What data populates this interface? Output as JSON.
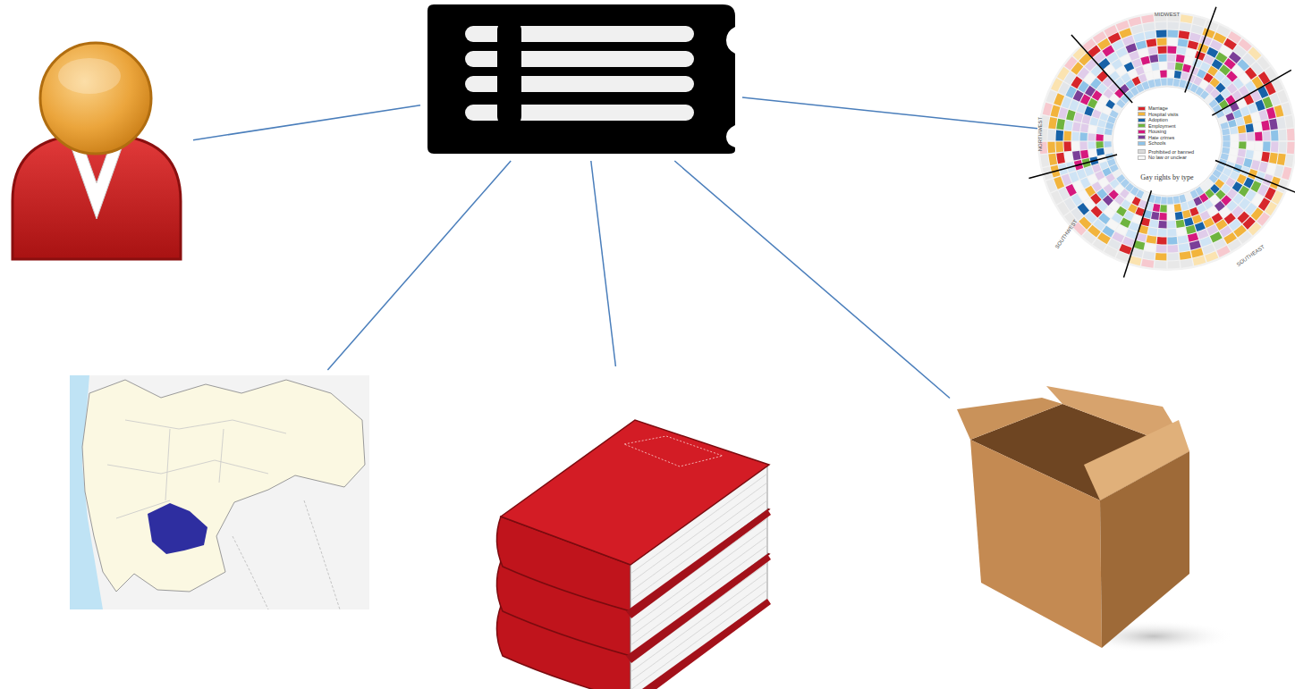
{
  "diagram": {
    "nodes": [
      {
        "text": []
      },
      {
        "text": []
      },
      {
        "text": [
          "Gay rights by type"
        ]
      },
      {
        "text": []
      },
      {
        "text": []
      },
      {
        "text": []
      }
    ],
    "edges": [
      {
        "from": 1,
        "to": 0,
        "arrow": "none"
      },
      {
        "from": 1,
        "to": 2,
        "arrow": "none"
      },
      {
        "from": 1,
        "to": 3,
        "arrow": "none"
      },
      {
        "from": 1,
        "to": 4,
        "arrow": "none"
      },
      {
        "from": 1,
        "to": 5,
        "arrow": "none"
      }
    ],
    "labels": [
      "MIDWEST",
      "NORTHWEST",
      "SOUTHWEST",
      "SOUTHEAST"
    ],
    "legend": [
      {
        "text": "Marriage",
        "color": "#d7262b"
      },
      {
        "text": "Hospital visits",
        "color": "#f2b43c"
      },
      {
        "text": "Adoption",
        "color": "#1762a8"
      },
      {
        "text": "Employment",
        "color": "#6fb43f"
      },
      {
        "text": "Housing",
        "color": "#d6197e"
      },
      {
        "text": "Hate crimes",
        "color": "#7b3f98"
      },
      {
        "text": "Schools",
        "color": "#8ec3e8"
      },
      {
        "text": "Prohibited or banned",
        "color": "#d9d9d9"
      },
      {
        "text": "No law or unclear",
        "color": "#f6f6f6"
      }
    ]
  }
}
